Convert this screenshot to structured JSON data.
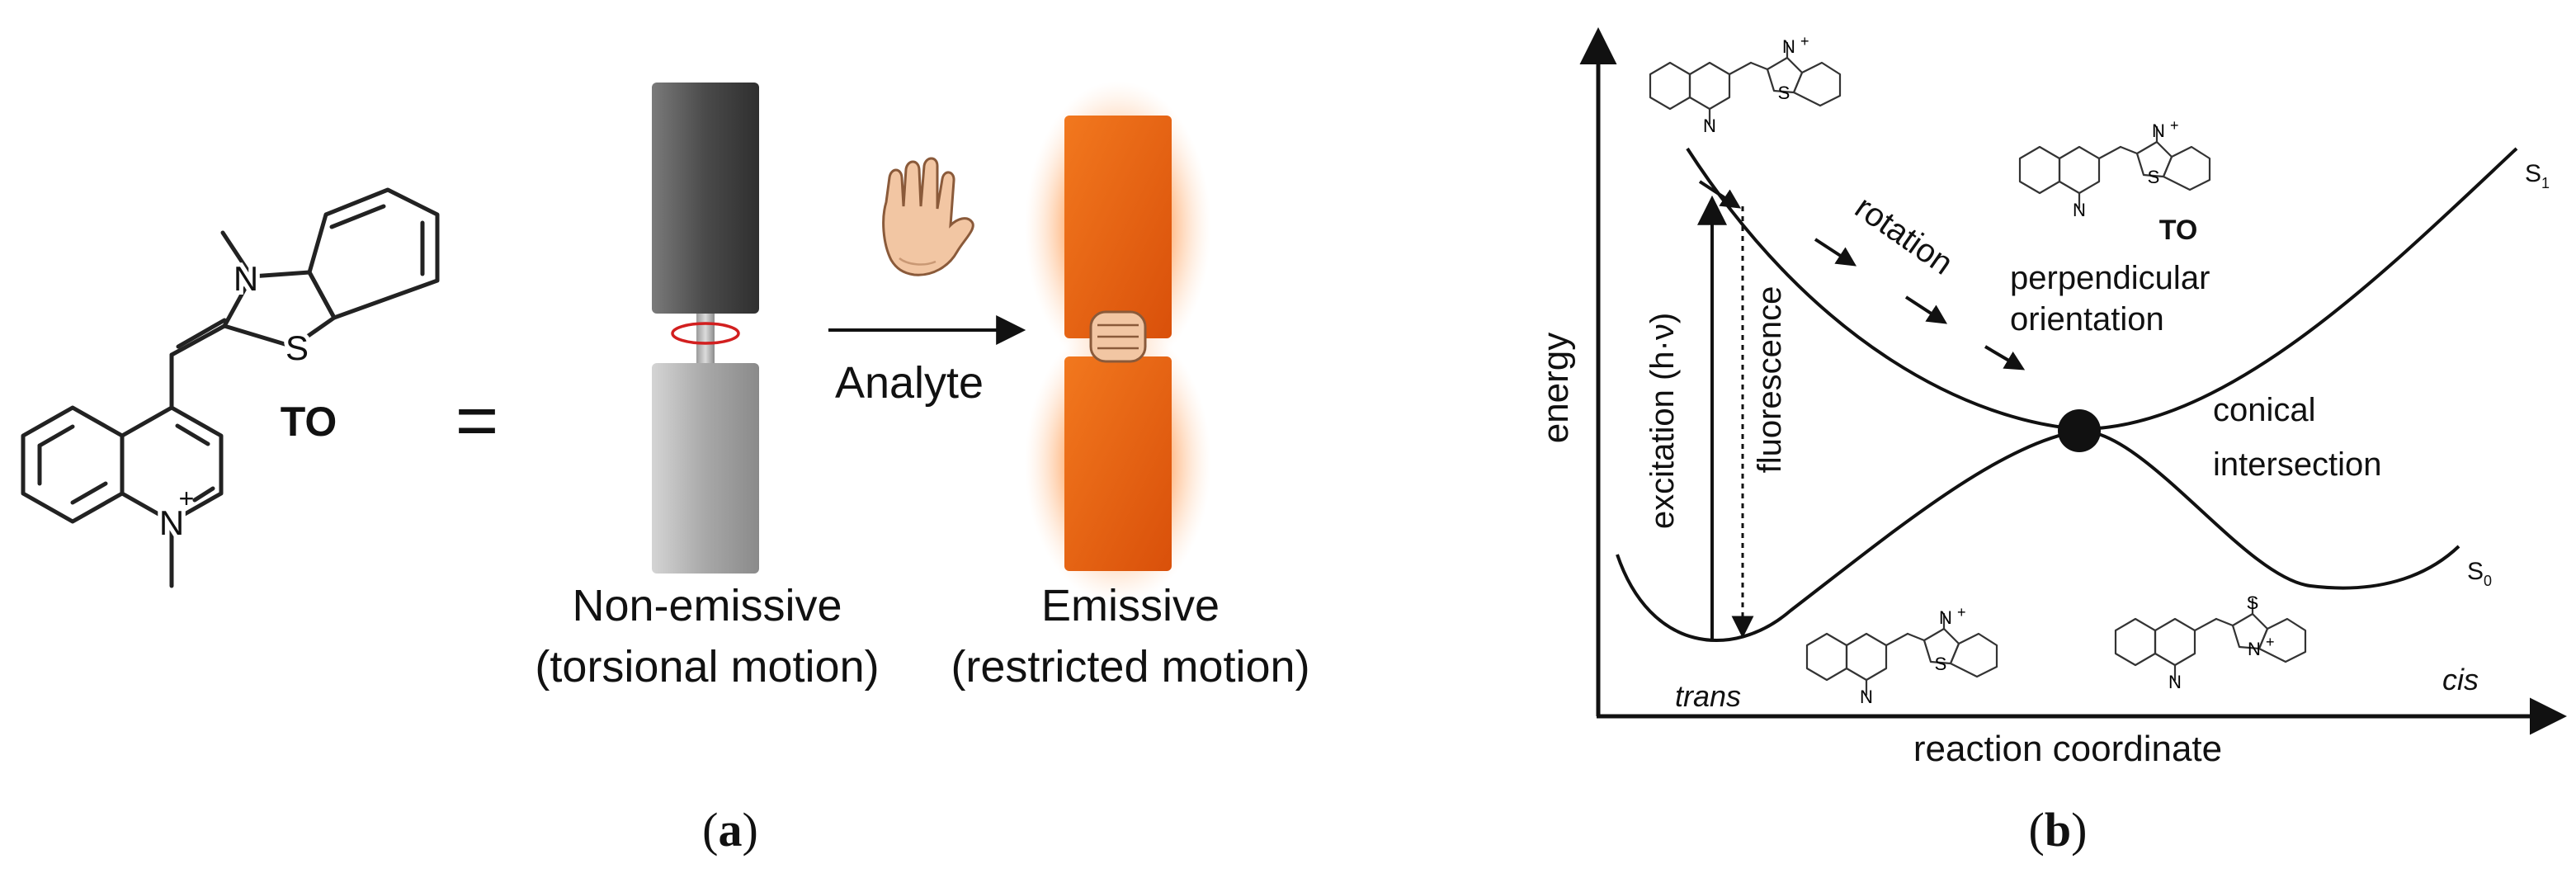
{
  "panel_a": {
    "molecule": {
      "label": "TO",
      "atoms": {
        "nitrogen_benzothiazole": "N",
        "sulfur": "S",
        "nitrogen_quinolinium": "N",
        "charge": "+"
      }
    },
    "equals_sign": "=",
    "analyte_label": "Analyte",
    "non_emissive": {
      "line1": "Non-emissive",
      "line2": "(torsional motion)"
    },
    "emissive": {
      "line1": "Emissive",
      "line2": "(restricted motion)"
    },
    "caption": {
      "open": "(",
      "letter": "a",
      "close": ")"
    },
    "colors": {
      "rotor_dark": "#5a5a5a",
      "rotor_light": "#b4b4b4",
      "emissive_orange": "#e8600f",
      "glow": "#ffb37a",
      "rotation_arrow": "#d21f1f"
    }
  },
  "panel_b": {
    "axes": {
      "y_label": "energy",
      "x_label": "reaction coordinate"
    },
    "curves": {
      "excited_state": "S",
      "excited_sub": "1",
      "ground_state": "S",
      "ground_sub": "0"
    },
    "labels": {
      "rotation": "rotation",
      "perpendicular_1": "perpendicular",
      "perpendicular_2": "orientation",
      "conical_1": "conical",
      "conical_2": "intersection",
      "excitation": "excitation (h·ν)",
      "fluorescence": "fluorescence",
      "trans": "trans",
      "cis": "cis",
      "to_label": "TO"
    },
    "molecule_atoms": {
      "n": "N",
      "n_plus": "N",
      "plus": "+",
      "s": "S"
    },
    "caption": {
      "open": "(",
      "letter": "b",
      "close": ")"
    }
  }
}
